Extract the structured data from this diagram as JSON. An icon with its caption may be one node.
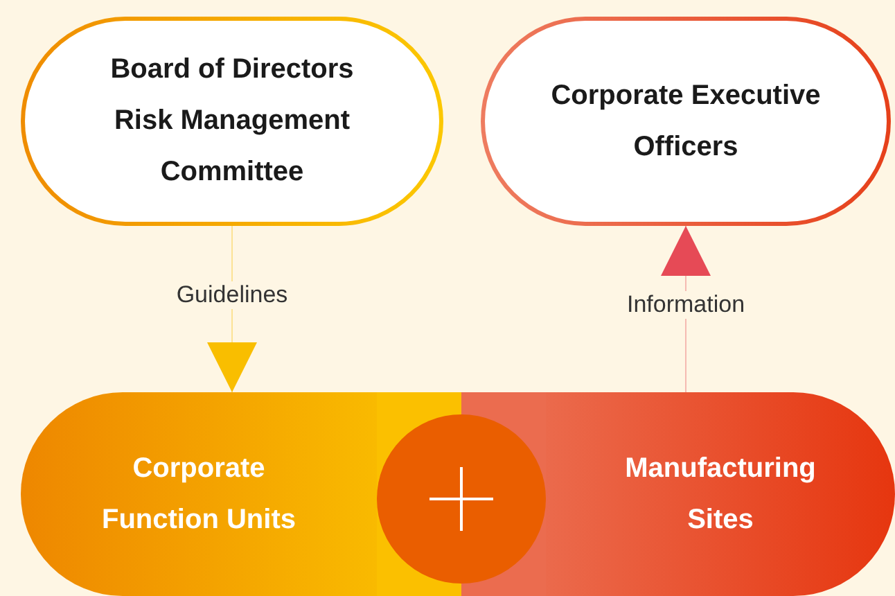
{
  "diagram": {
    "nodes": [
      {
        "text": [
          "Board of Directors Risk Management Committee"
        ]
      },
      {
        "text": [
          "Corporate Executive Officers"
        ]
      },
      {
        "text": [
          "Corporate Function Units"
        ]
      },
      {
        "text": [
          "Manufacturing Sites"
        ]
      }
    ],
    "edges": [
      {
        "from": 0,
        "to": 2,
        "arrow": "to",
        "label": "Guidelines",
        "color": "#f9be00"
      },
      {
        "from": 3,
        "to": 1,
        "arrow": "to",
        "label": "Information",
        "color": "#e64a56"
      }
    ]
  }
}
